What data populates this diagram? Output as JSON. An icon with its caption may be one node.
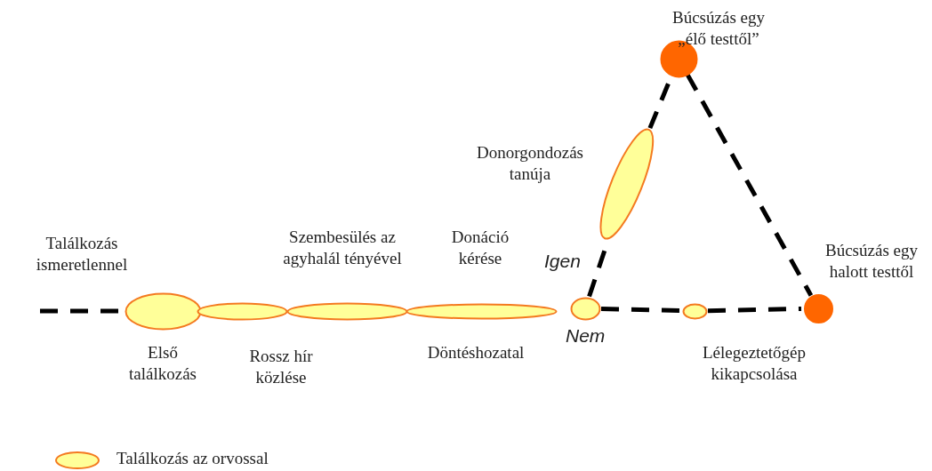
{
  "diagram": {
    "nodes": [
      {
        "text": [],
        "shape": "ellipse",
        "beside": [
          "Első találkozás"
        ]
      },
      {
        "text": [],
        "shape": "ellipse",
        "beside": [
          "Rossz hír közlése"
        ]
      },
      {
        "text": [],
        "shape": "ellipse",
        "beside": [
          "Szembesülés az agyhalál tényével"
        ]
      },
      {
        "text": [],
        "shape": "ellipse",
        "beside": [
          "Donáció kérése",
          "Döntéshozatal"
        ]
      },
      {
        "text": [],
        "shape": "ellipse"
      },
      {
        "text": [],
        "shape": "ellipse",
        "beside": [
          "Donorgondozás tanúja"
        ]
      },
      {
        "text": [],
        "shape": "circle",
        "beside": [
          "Búcsúzás egy „élő testtől”"
        ]
      },
      {
        "text": [],
        "shape": "ellipse",
        "beside": [
          "Lélegeztetőgép kikapcsolása"
        ]
      },
      {
        "text": [],
        "shape": "circle",
        "beside": [
          "Búcsúzás egy halott testtől"
        ]
      }
    ],
    "edges": [
      {
        "from": null,
        "to": 0,
        "arrow": "none",
        "style": "dashed",
        "label": "Találkozás ismeretlennel"
      },
      {
        "from": 4,
        "to": 5,
        "arrow": "none",
        "style": "dashed",
        "label": "Igen"
      },
      {
        "from": 5,
        "to": 6,
        "arrow": "none",
        "style": "dashed"
      },
      {
        "from": 6,
        "to": 8,
        "arrow": "none",
        "style": "dashed"
      },
      {
        "from": 4,
        "to": 7,
        "arrow": "none",
        "style": "dashed",
        "label": "Nem"
      },
      {
        "from": 7,
        "to": 8,
        "arrow": "none",
        "style": "dashed"
      }
    ],
    "legend": [
      {
        "text": "Találkozás az orvossal"
      }
    ]
  }
}
